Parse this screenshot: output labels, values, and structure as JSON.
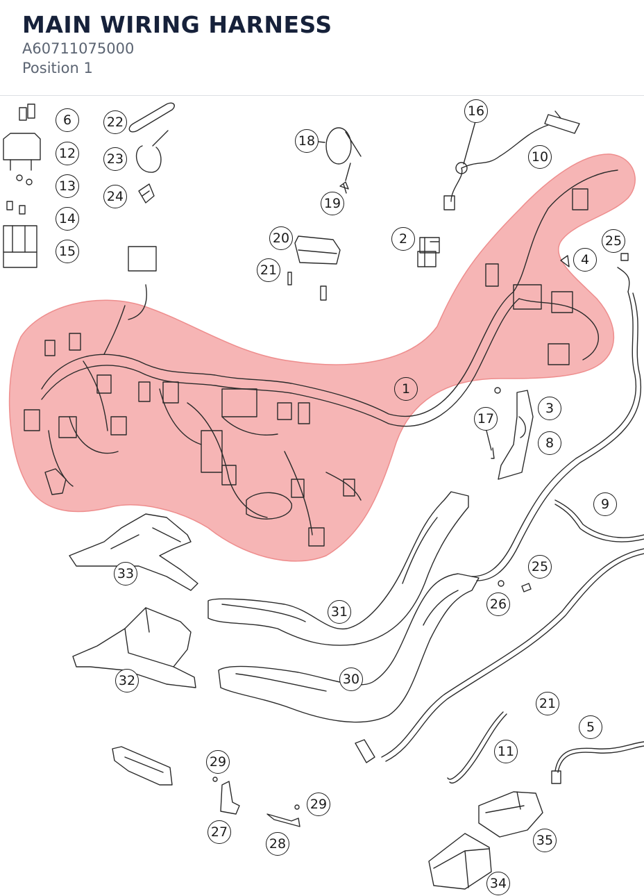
{
  "header": {
    "title": "MAIN WIRING HARNESS",
    "part_number": "A60711075000",
    "position": "Position 1"
  },
  "colors": {
    "highlight": "#f4a8a8",
    "highlight_stroke": "#ee8d8d",
    "line": "#2a2a2a",
    "text": "#16213a",
    "subtext": "#5b6472"
  },
  "selected_part": "1",
  "callouts": [
    {
      "id": "c6",
      "label": "6"
    },
    {
      "id": "c12",
      "label": "12"
    },
    {
      "id": "c13",
      "label": "13"
    },
    {
      "id": "c14",
      "label": "14"
    },
    {
      "id": "c15",
      "label": "15"
    },
    {
      "id": "c22",
      "label": "22"
    },
    {
      "id": "c23",
      "label": "23"
    },
    {
      "id": "c24",
      "label": "24"
    },
    {
      "id": "c18",
      "label": "18"
    },
    {
      "id": "c19",
      "label": "19"
    },
    {
      "id": "c16",
      "label": "16"
    },
    {
      "id": "c10",
      "label": "10"
    },
    {
      "id": "c20",
      "label": "20"
    },
    {
      "id": "c21a",
      "label": "21"
    },
    {
      "id": "c2",
      "label": "2"
    },
    {
      "id": "c25a",
      "label": "25"
    },
    {
      "id": "c4",
      "label": "4"
    },
    {
      "id": "c1",
      "label": "1"
    },
    {
      "id": "c3",
      "label": "3"
    },
    {
      "id": "c17",
      "label": "17"
    },
    {
      "id": "c8",
      "label": "8"
    },
    {
      "id": "c9",
      "label": "9"
    },
    {
      "id": "c33",
      "label": "33"
    },
    {
      "id": "c25b",
      "label": "25"
    },
    {
      "id": "c26",
      "label": "26"
    },
    {
      "id": "c31",
      "label": "31"
    },
    {
      "id": "c32",
      "label": "32"
    },
    {
      "id": "c30",
      "label": "30"
    },
    {
      "id": "c21b",
      "label": "21"
    },
    {
      "id": "c5",
      "label": "5"
    },
    {
      "id": "c11",
      "label": "11"
    },
    {
      "id": "c29a",
      "label": "29"
    },
    {
      "id": "c29b",
      "label": "29"
    },
    {
      "id": "c27",
      "label": "27"
    },
    {
      "id": "c28",
      "label": "28"
    },
    {
      "id": "c35",
      "label": "35"
    },
    {
      "id": "c34",
      "label": "34"
    }
  ]
}
